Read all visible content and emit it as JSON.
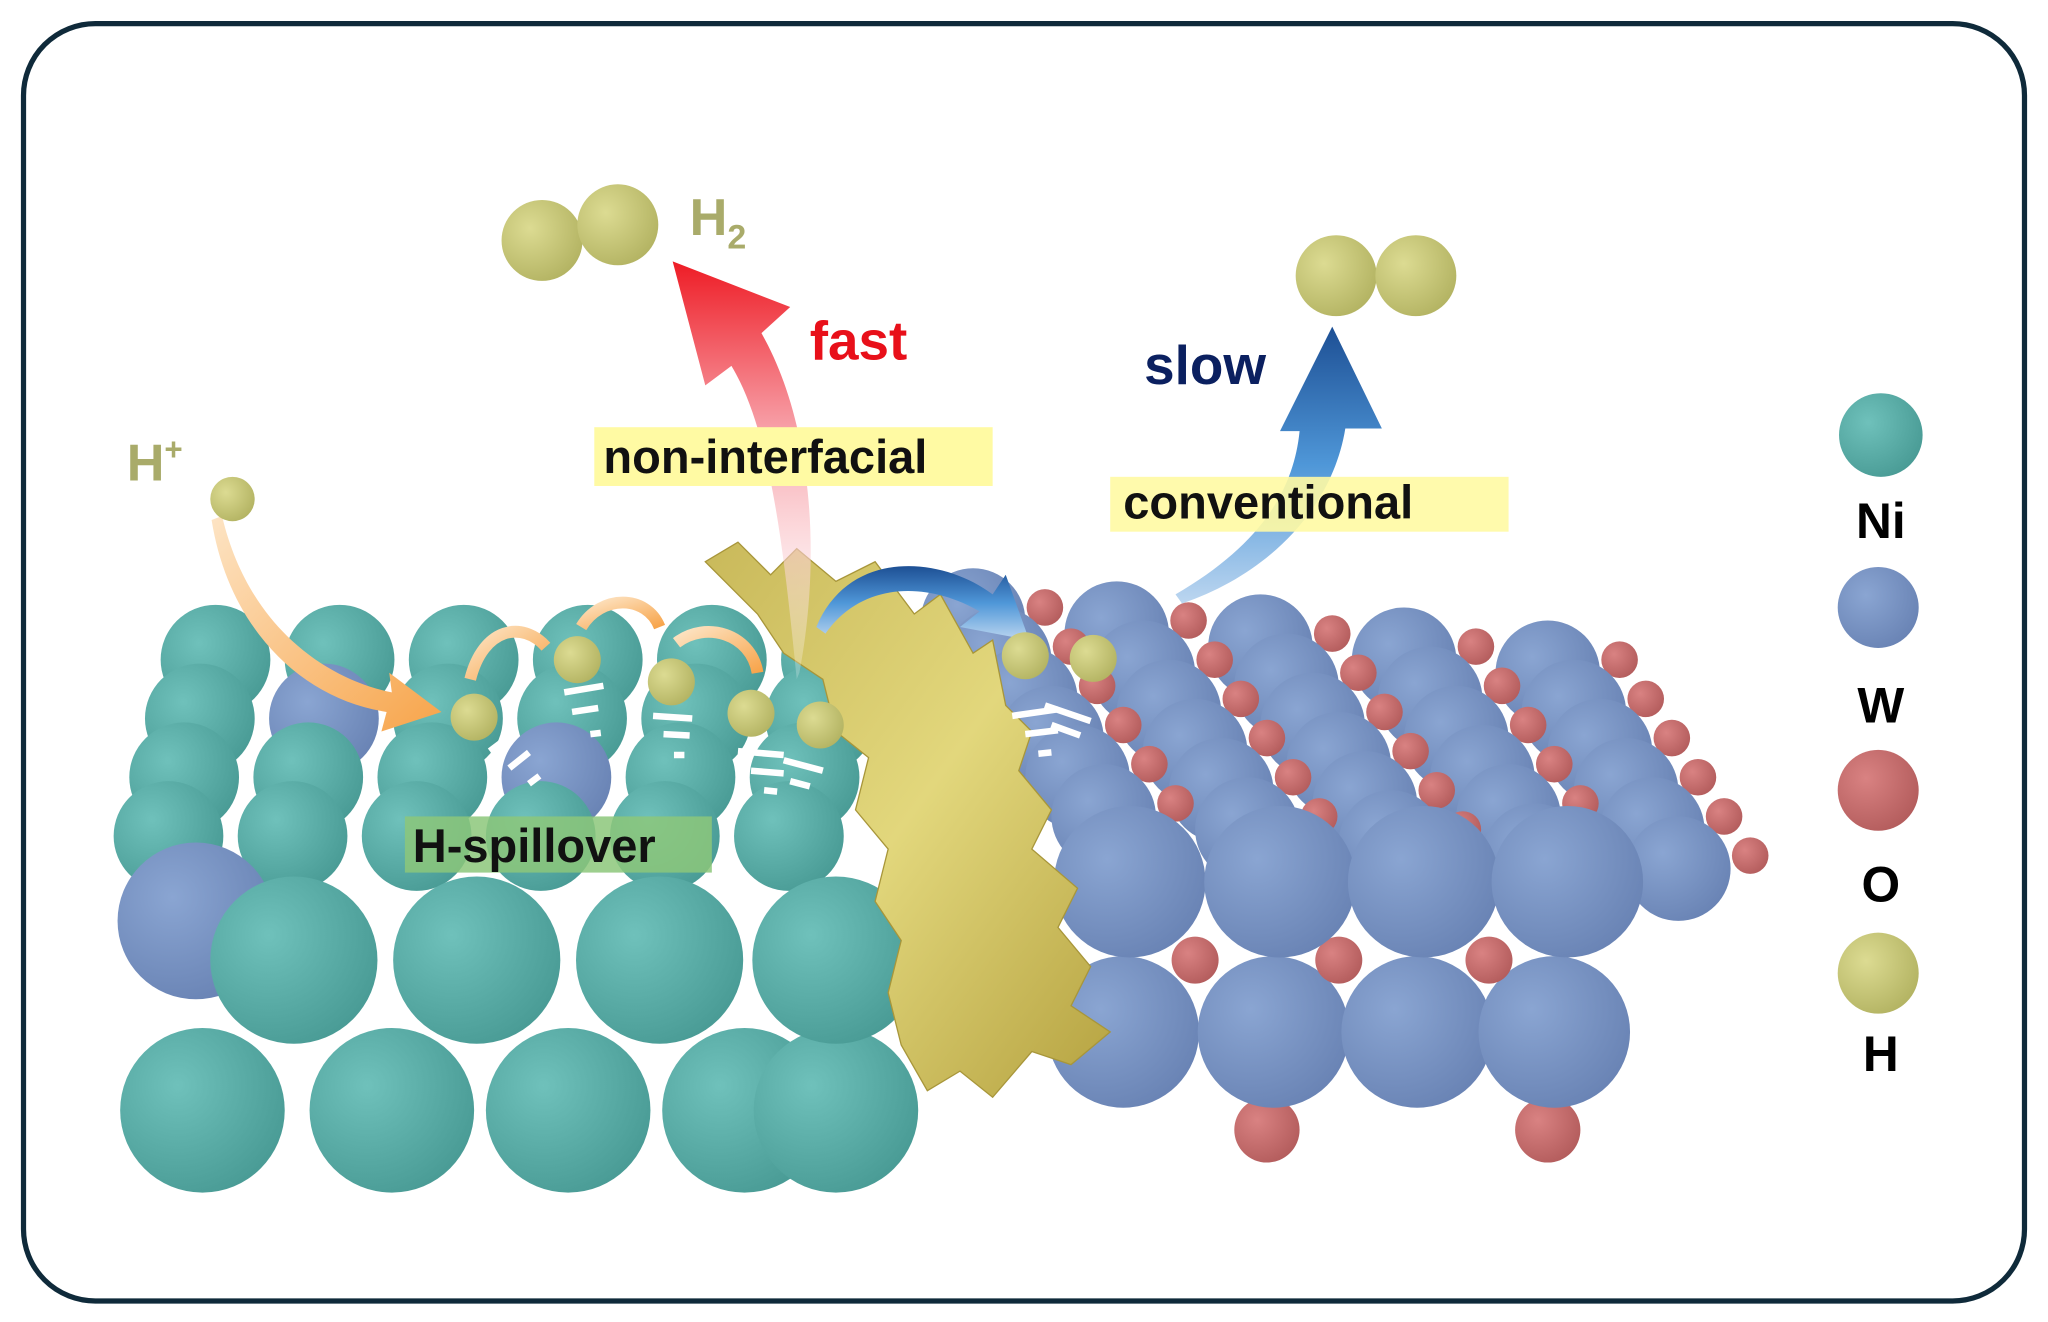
{
  "labels": {
    "h2": "H",
    "h2_sub": "2",
    "fast": "fast",
    "slow": "slow",
    "h_plus": "H",
    "h_plus_sup": "+",
    "non_interfacial": "non-interfacial",
    "conventional": "conventional",
    "h_spillover": "H-spillover"
  },
  "legend": [
    {
      "label": "Ni",
      "color": "#5fb0aa"
    },
    {
      "label": "W",
      "color": "#7b96c6"
    },
    {
      "label": "O",
      "color": "#c96e6e"
    },
    {
      "label": "H",
      "color": "#cccb7a"
    }
  ],
  "colors": {
    "fast": "#e8101a",
    "slow": "#0b2060",
    "label_bg": "#fffaa3",
    "spillover_bg": "#8cc77a",
    "h_text": "#a9ab6a",
    "frame": "#0f2a3a"
  }
}
